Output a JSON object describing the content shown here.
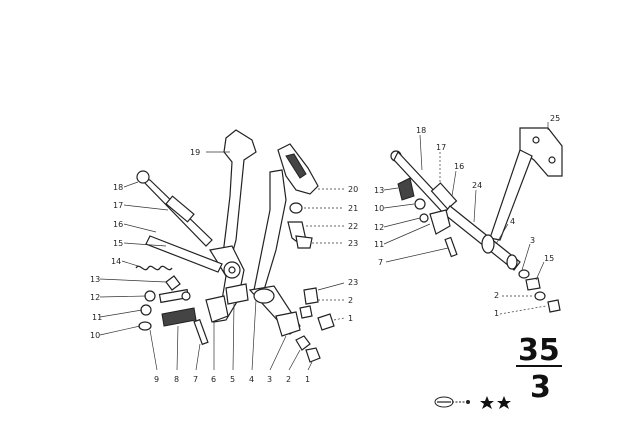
{
  "diagram": {
    "group_number": "35",
    "sub_number": "3",
    "left_assembly_labels": {
      "l19": "19",
      "l18": "18",
      "l17": "17",
      "l16": "16",
      "l15": "15",
      "l14": "14",
      "l13": "13",
      "l12": "12",
      "l11": "11",
      "l10": "10",
      "l20": "20",
      "l21": "21",
      "l22": "22",
      "l23a": "23",
      "l23b": "23",
      "l2s": "2",
      "l1s": "1"
    },
    "bottom_row_labels": [
      "9",
      "8",
      "7",
      "6",
      "5",
      "4",
      "3",
      "2",
      "1"
    ],
    "right_assembly_labels": {
      "r25": "25",
      "r18": "18",
      "r17": "17",
      "r16": "16",
      "r24": "24",
      "r13": "13",
      "r10": "10",
      "r12": "12",
      "r11": "11",
      "r7": "7",
      "r4": "4",
      "r3": "3",
      "r15": "15",
      "r2": "2",
      "r1": "1"
    },
    "footer_icons": [
      "car-symbol-icon",
      "star-icon",
      "star-icon"
    ]
  }
}
